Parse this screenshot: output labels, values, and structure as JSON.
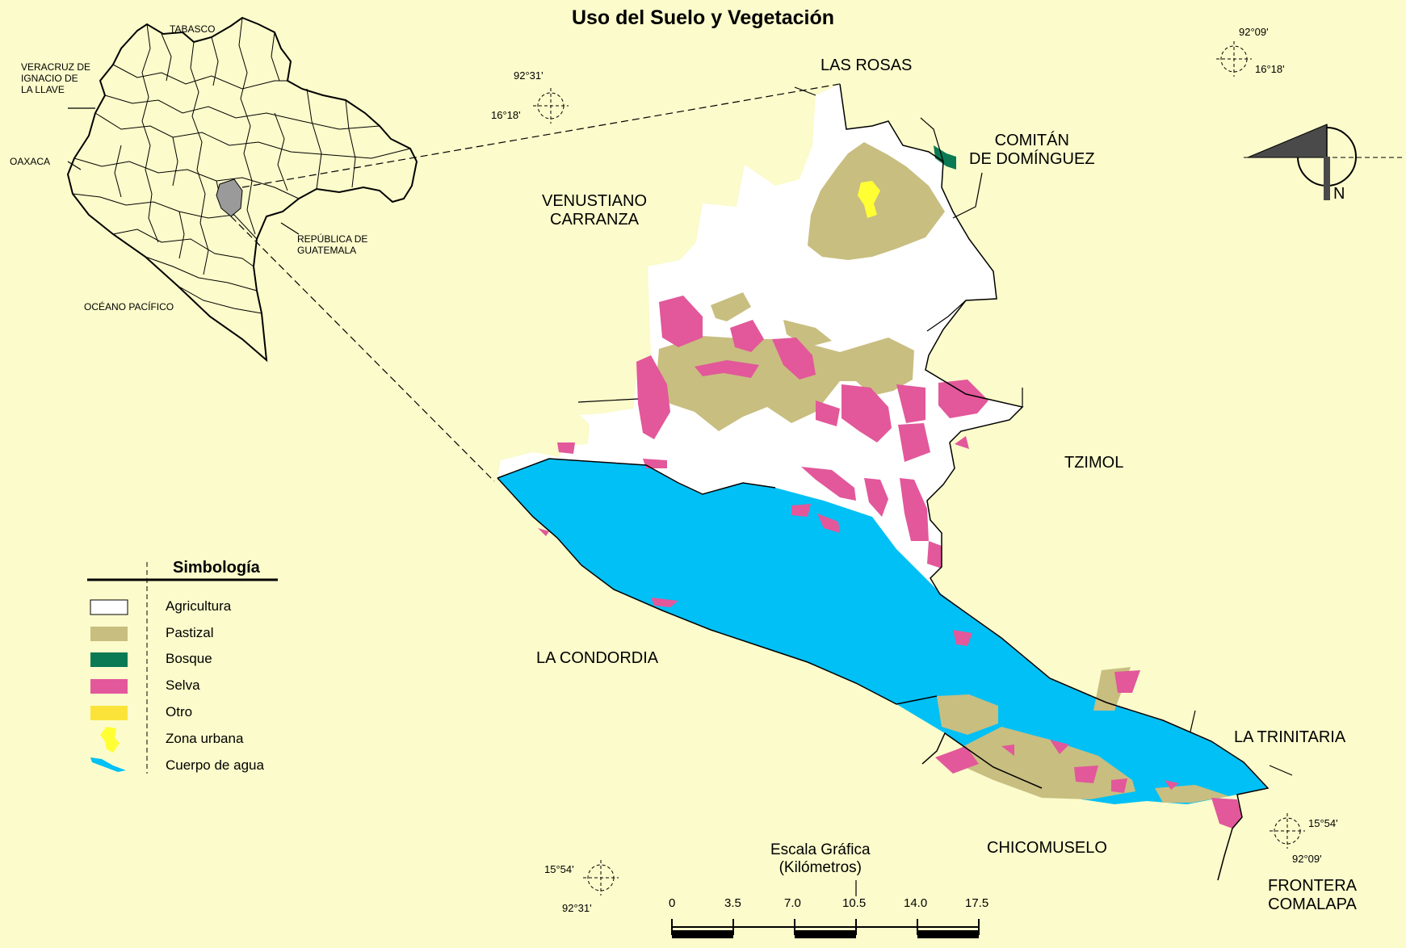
{
  "title": "Uso del Suelo y Vegetación",
  "colors": {
    "background": "#fbfbcb",
    "agricultura": "#ffffff",
    "pastizal": "#c8be80",
    "bosque": "#0a7a55",
    "selva": "#e2589a",
    "otro": "#fbe33a",
    "zona_urbana": "#ffff33",
    "cuerpo_de_agua": "#00c0f5"
  },
  "inset_map": {
    "labels": {
      "tabasco": "TABASCO",
      "veracruz": "VERACRUZ DE\nIGNACIO DE\nLA LLAVE",
      "oaxaca": "OAXACA",
      "guatemala": "REPÚBLICA DE\nGUATEMALA",
      "oceano": "OCÉANO PACÍFICO"
    }
  },
  "places": {
    "las_rosas": "LAS ROSAS",
    "comitan": "COMITÁN\nDE DOMÍNGUEZ",
    "venustiano": "VENUSTIANO\nCARRANZA",
    "tzimol": "TZIMOL",
    "la_condordia": "LA CONDORDIA",
    "la_trinitaria": "LA TRINITARIA",
    "chicomuselo": "CHICOMUSELO",
    "frontera": "FRONTERA\nCOMALAPA"
  },
  "coordinates": {
    "nw_lon": "92°31'",
    "nw_lat": "16°18'",
    "ne_lon": "92°09'",
    "ne_lat": "16°18'",
    "sw_lat": "15°54'",
    "sw_lon": "92°31'",
    "se_lat": "15°54'",
    "se_lon": "92°09'"
  },
  "north_arrow": {
    "label": "N"
  },
  "legend": {
    "title": "Simbología",
    "items": [
      {
        "label": "Agricultura",
        "symbol": "box",
        "color": "#ffffff"
      },
      {
        "label": "Pastizal",
        "symbol": "box",
        "color": "#c8be80"
      },
      {
        "label": "Bosque",
        "symbol": "box",
        "color": "#0a7a55"
      },
      {
        "label": "Selva",
        "symbol": "box",
        "color": "#e2589a"
      },
      {
        "label": "Otro",
        "symbol": "box",
        "color": "#fbe33a"
      },
      {
        "label": "Zona urbana",
        "symbol": "urban",
        "color": "#ffff33"
      },
      {
        "label": "Cuerpo de agua",
        "symbol": "water",
        "color": "#00c0f5"
      }
    ]
  },
  "scale": {
    "title": "Escala Gráfica\n(Kilómetros)",
    "ticks": [
      "0",
      "3.5",
      "7.0",
      "10.5",
      "14.0",
      "17.5"
    ]
  }
}
